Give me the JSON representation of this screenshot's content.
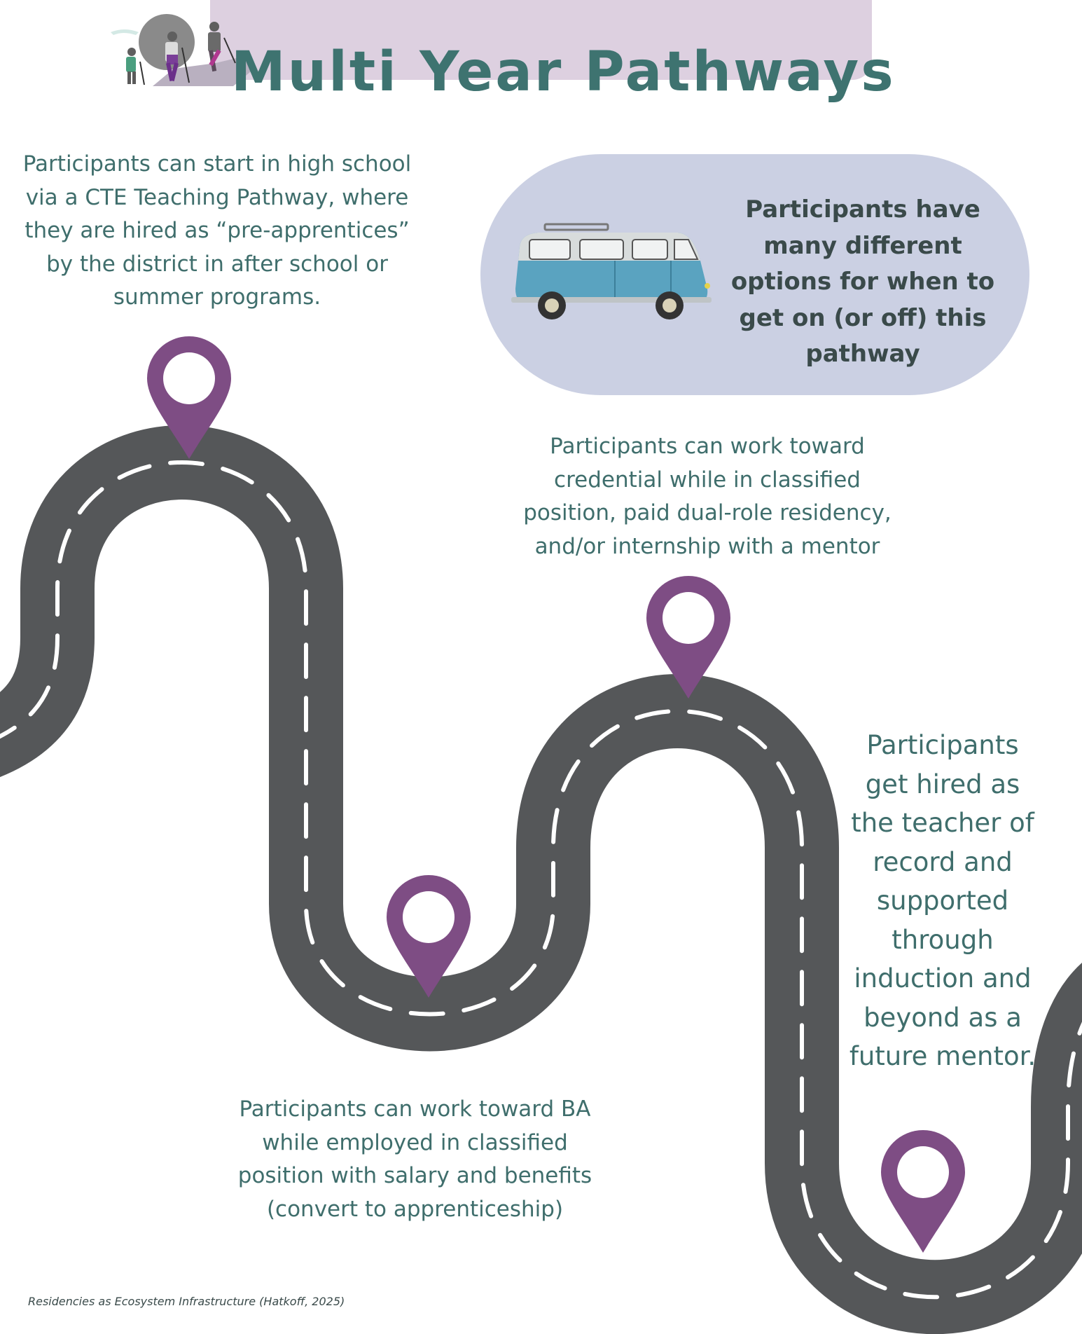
{
  "header": {
    "title": "Multi Year Pathways"
  },
  "steps": [
    "Participants can start in high school via a CTE Teaching Pathway, where they are hired as “pre-apprentices” by the district in after school or summer programs.",
    "Participants can work toward credential while in classified position, paid dual-role residency, and/or internship with a mentor",
    "Participants get hired as the teacher of record and supported through induction and beyond as a future mentor.",
    "Participants can work toward BA while employed in classified position with salary and benefits (convert to apprenticeship)"
  ],
  "callout": {
    "text": "Participants have many different options for when to get on (or off) this pathway"
  },
  "citation": "Residencies as Ecosystem Infrastructure  (Hatkoff,  2025)",
  "colors": {
    "title_text": "#3e7370",
    "title_banner": "#ddd0e0",
    "body_text": "#3f6e6c",
    "road": "#555759",
    "road_marking": "#ffffff",
    "pin": "#7e4d84",
    "callout_bg": "#cbd0e3"
  },
  "icons": [
    "hikers-illustration",
    "bus-illustration",
    "map-pin-icon",
    "road-illustration"
  ]
}
